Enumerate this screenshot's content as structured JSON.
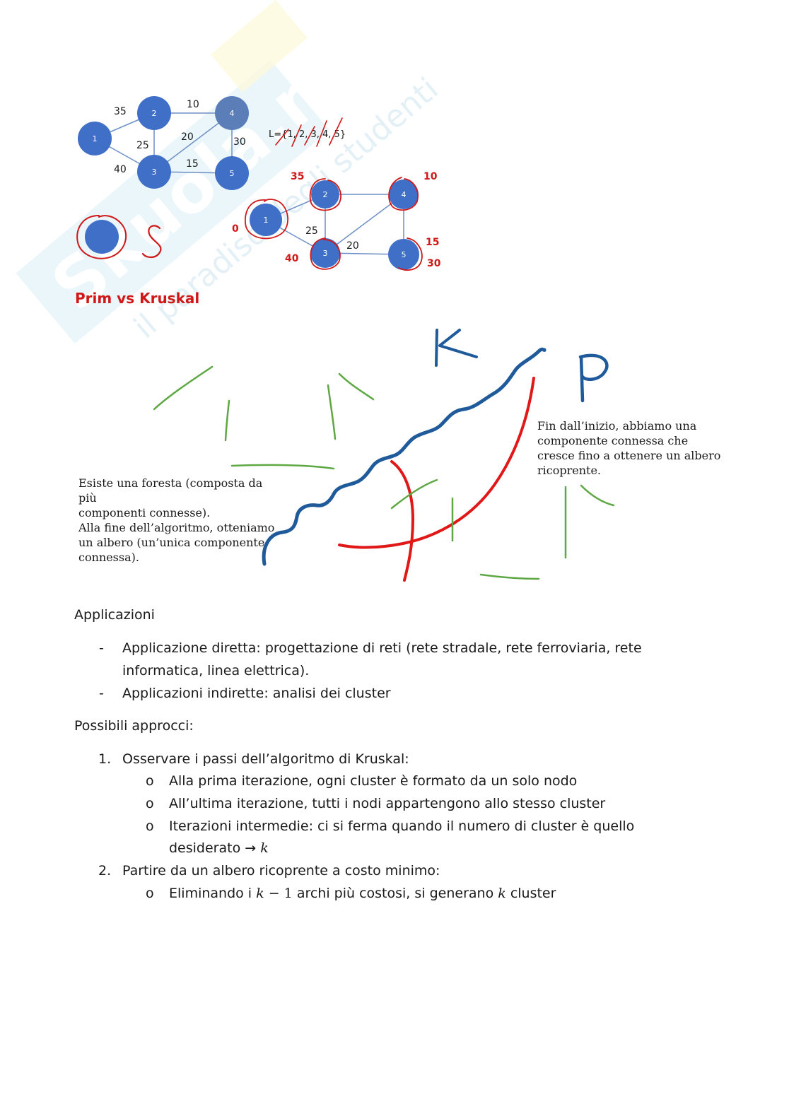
{
  "watermark": {
    "brand": "Skuola.net",
    "tagline": "il paradiso degli studenti"
  },
  "graph_original": {
    "nodes": [
      "1",
      "2",
      "3",
      "4",
      "5"
    ],
    "edge_labels": [
      "35",
      "10",
      "20",
      "25",
      "40",
      "15",
      "30"
    ],
    "list_label": "L={1, 2, 3, 4, 5}"
  },
  "graph_annotated": {
    "nodes": [
      "1",
      "2",
      "3",
      "4",
      "5"
    ],
    "edge_labels": [
      "25",
      "20"
    ],
    "red_labels": [
      "35",
      "10",
      "0",
      "40",
      "15",
      "30"
    ]
  },
  "handwritten_s": "S",
  "section_title": "Prim vs Kruskal",
  "drawing": {
    "k_letter": "K",
    "p_letter": "P",
    "note_right": [
      "Fin dall’inizio, abbiamo una",
      "componente connessa che",
      "cresce fino a ottenere un albero",
      "ricoprente."
    ],
    "note_left": [
      "Esiste una foresta (composta da più",
      "componenti connesse).",
      "Alla fine dell’algoritmo, otteniamo",
      "un albero (un’unica componente",
      "connessa)."
    ]
  },
  "applicazioni": {
    "heading": "Applicazioni",
    "items": [
      {
        "marker": "-",
        "lines": [
          "Applicazione diretta: progettazione di reti (rete stradale, rete ferroviaria, rete",
          "informatica, linea elettrica)."
        ]
      },
      {
        "marker": "-",
        "lines": [
          "Applicazioni indirette: analisi dei cluster"
        ]
      }
    ]
  },
  "approcci": {
    "heading": "Possibili approcci:",
    "step1": {
      "marker": "1.",
      "text": "Osservare i passi dell’algoritmo di Kruskal:",
      "subs": [
        {
          "marker": "o",
          "text": "Alla prima iterazione, ogni cluster è formato da un solo nodo"
        },
        {
          "marker": "o",
          "text": "All’ultima iterazione, tutti i nodi appartengono allo stesso cluster"
        },
        {
          "marker": "o",
          "text": "Iterazioni intermedie: ci si ferma quando il numero di cluster è quello",
          "text2": "desiderato",
          "arrow": "→",
          "var": "k"
        }
      ]
    },
    "step2": {
      "marker": "2.",
      "text": "Partire da un albero ricoprente a costo minimo:",
      "sub": {
        "marker": "o",
        "pre": "Eliminando i",
        "var1": "k",
        "minus": "−",
        "one": "1",
        "mid": "archi più costosi, si generano",
        "var2": "k",
        "post": "cluster"
      }
    }
  }
}
